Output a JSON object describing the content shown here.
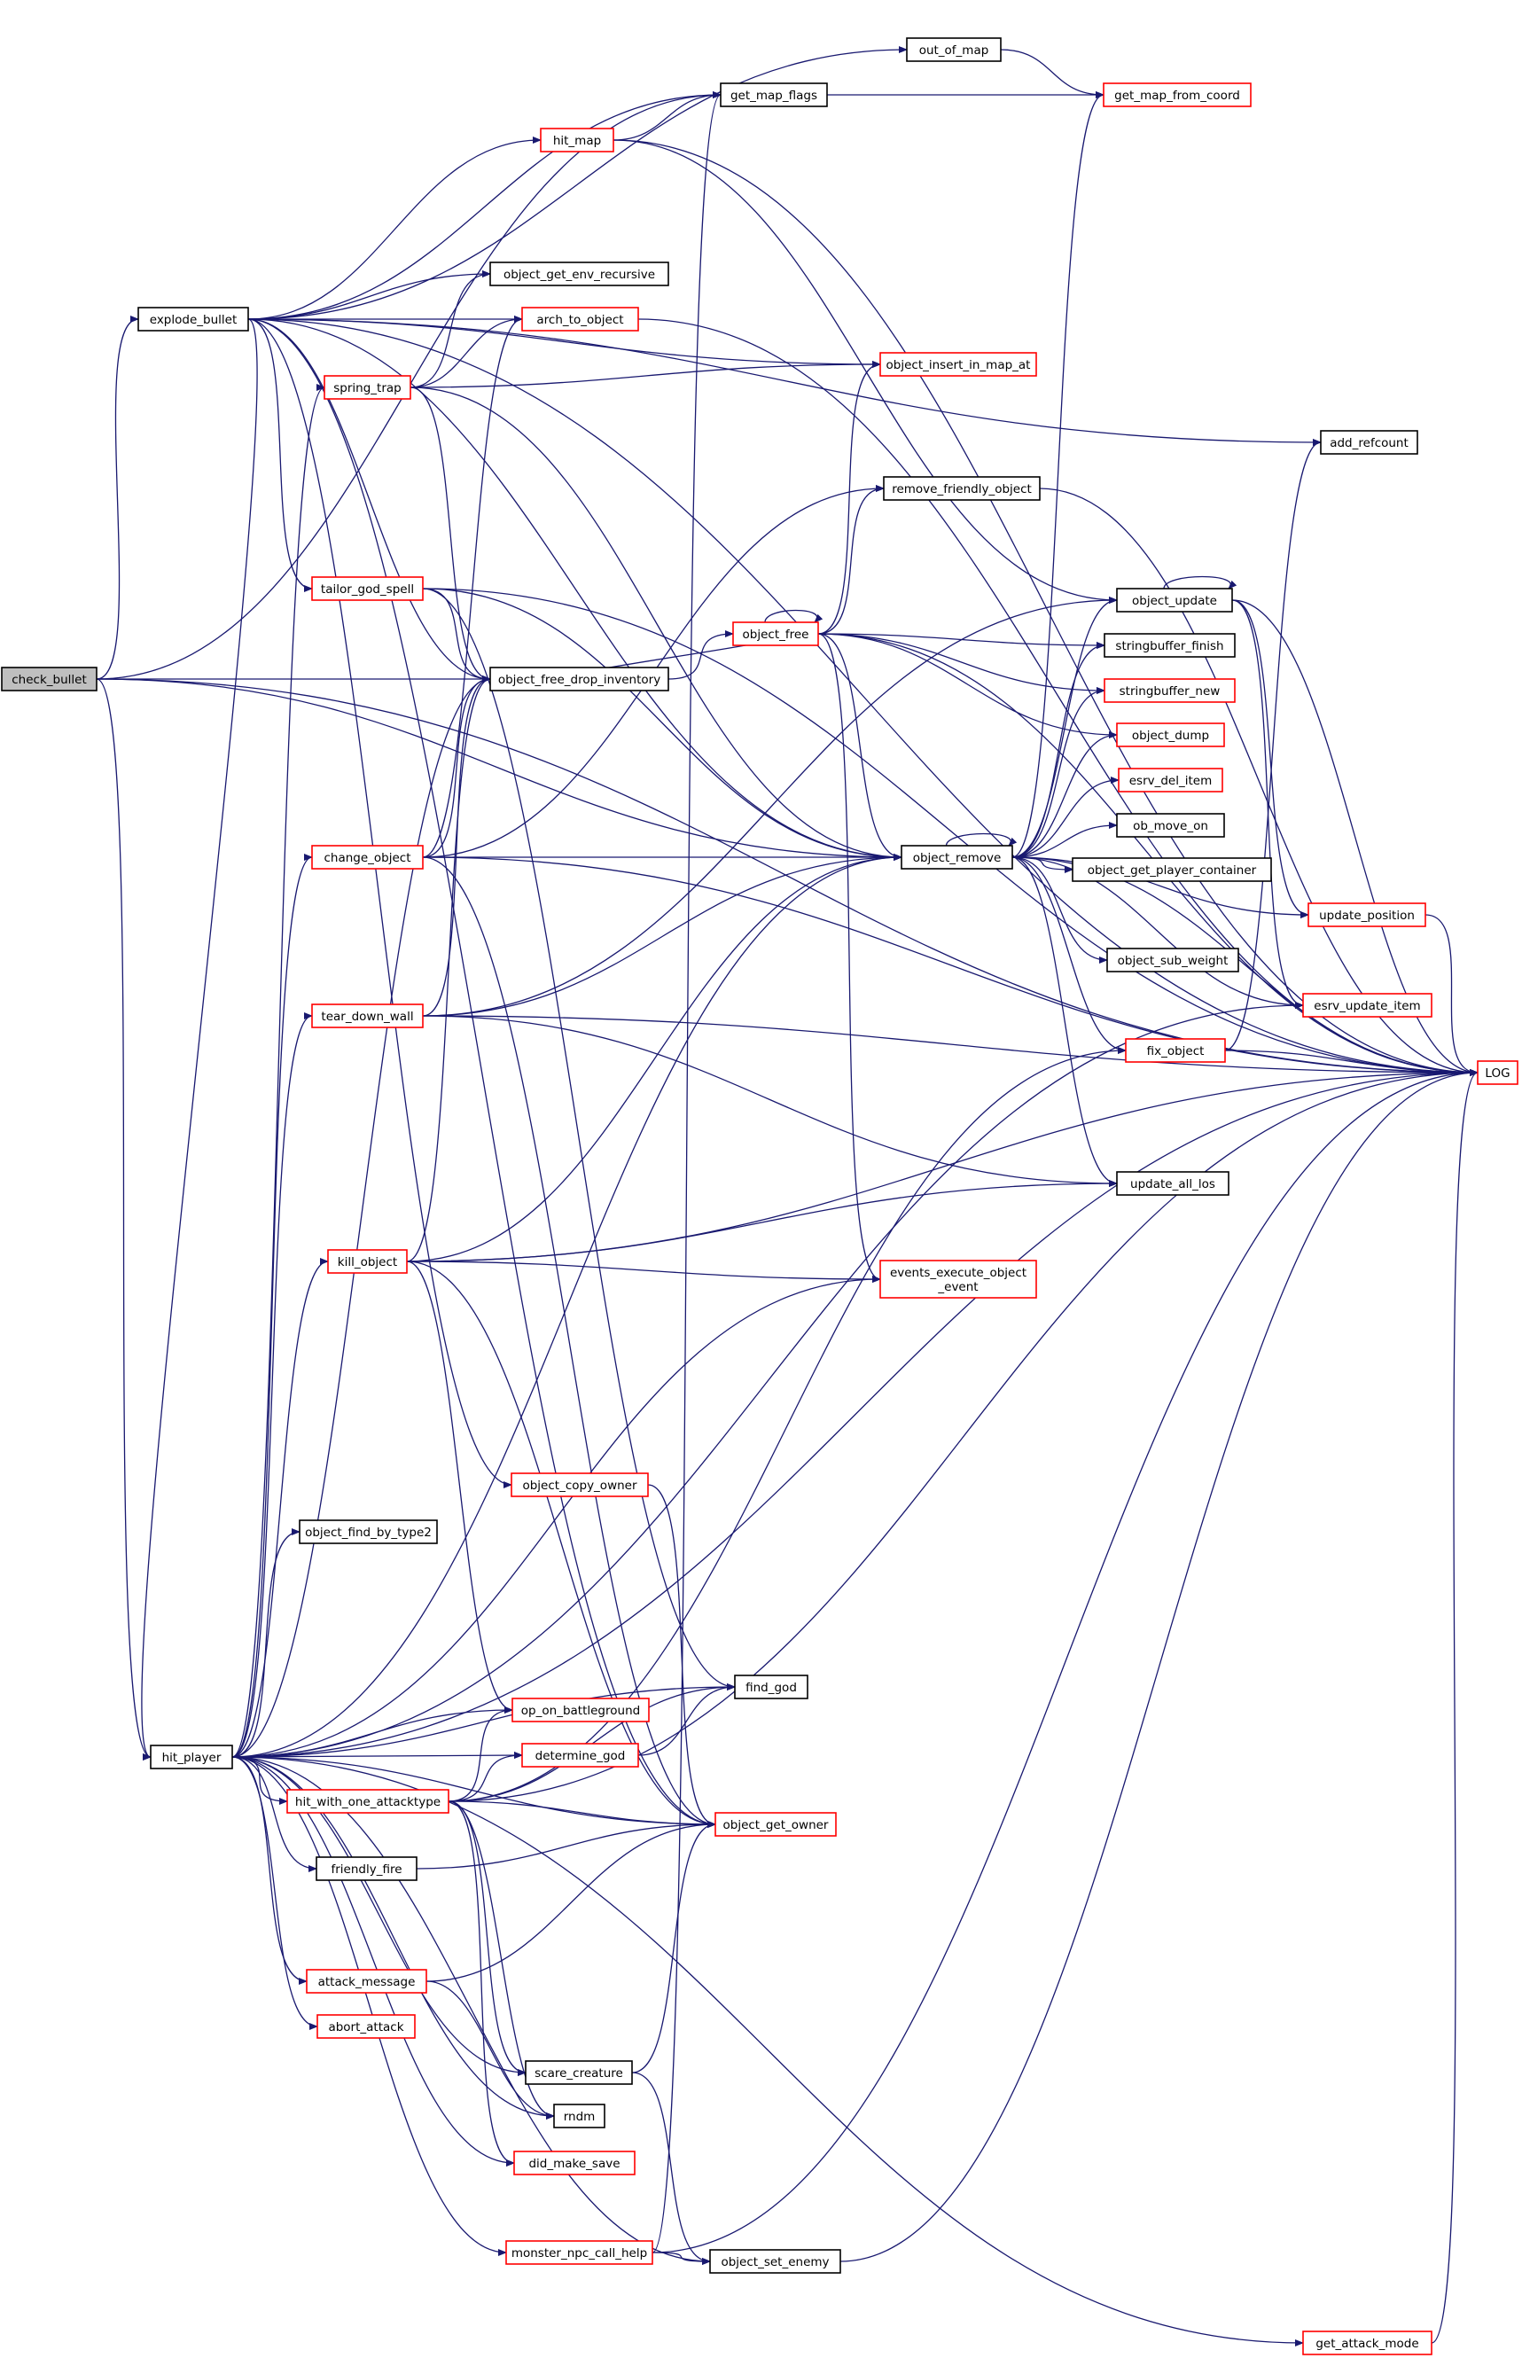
{
  "graph": {
    "title": "",
    "edge_color": "#191970",
    "highlight_fill": "#bfbfbf",
    "border_black": "#000000",
    "border_red": "#ff0000",
    "nodes": [
      {
        "id": "check_bullet",
        "label": "check_bullet",
        "border": "black",
        "root": true
      },
      {
        "id": "explode_bullet",
        "label": "explode_bullet",
        "border": "black"
      },
      {
        "id": "hit_player",
        "label": "hit_player",
        "border": "black"
      },
      {
        "id": "out_of_map",
        "label": "out_of_map",
        "border": "black"
      },
      {
        "id": "get_map_flags",
        "label": "get_map_flags",
        "border": "black"
      },
      {
        "id": "get_map_from_coord",
        "label": "get_map_from_coord",
        "border": "red"
      },
      {
        "id": "hit_map",
        "label": "hit_map",
        "border": "red"
      },
      {
        "id": "object_get_env_recursive",
        "label": "object_get_env_recursive",
        "border": "black"
      },
      {
        "id": "arch_to_object",
        "label": "arch_to_object",
        "border": "red"
      },
      {
        "id": "spring_trap",
        "label": "spring_trap",
        "border": "red"
      },
      {
        "id": "object_insert_in_map_at",
        "label": "object_insert_in_map_at",
        "border": "red"
      },
      {
        "id": "add_refcount",
        "label": "add_refcount",
        "border": "black"
      },
      {
        "id": "remove_friendly_object",
        "label": "remove_friendly_object",
        "border": "black"
      },
      {
        "id": "tailor_god_spell",
        "label": "tailor_god_spell",
        "border": "red"
      },
      {
        "id": "object_update",
        "label": "object_update",
        "border": "black"
      },
      {
        "id": "object_free",
        "label": "object_free",
        "border": "red"
      },
      {
        "id": "stringbuffer_finish",
        "label": "stringbuffer_finish",
        "border": "black"
      },
      {
        "id": "object_free_drop_inventory",
        "label": "object_free_drop_inventory",
        "border": "black"
      },
      {
        "id": "stringbuffer_new",
        "label": "stringbuffer_new",
        "border": "red"
      },
      {
        "id": "object_dump",
        "label": "object_dump",
        "border": "red"
      },
      {
        "id": "esrv_del_item",
        "label": "esrv_del_item",
        "border": "red"
      },
      {
        "id": "ob_move_on",
        "label": "ob_move_on",
        "border": "black"
      },
      {
        "id": "change_object",
        "label": "change_object",
        "border": "red"
      },
      {
        "id": "object_remove",
        "label": "object_remove",
        "border": "black"
      },
      {
        "id": "object_get_player_container",
        "label": "object_get_player_container",
        "border": "black"
      },
      {
        "id": "update_position",
        "label": "update_position",
        "border": "red"
      },
      {
        "id": "object_sub_weight",
        "label": "object_sub_weight",
        "border": "black"
      },
      {
        "id": "tear_down_wall",
        "label": "tear_down_wall",
        "border": "red"
      },
      {
        "id": "esrv_update_item",
        "label": "esrv_update_item",
        "border": "red"
      },
      {
        "id": "fix_object",
        "label": "fix_object",
        "border": "red"
      },
      {
        "id": "LOG",
        "label": "LOG",
        "border": "red"
      },
      {
        "id": "update_all_los",
        "label": "update_all_los",
        "border": "black"
      },
      {
        "id": "kill_object",
        "label": "kill_object",
        "border": "red"
      },
      {
        "id": "events_execute_object_event",
        "label": "events_execute_object\n_event",
        "border": "red"
      },
      {
        "id": "object_copy_owner",
        "label": "object_copy_owner",
        "border": "red"
      },
      {
        "id": "object_find_by_type2",
        "label": "object_find_by_type2",
        "border": "black"
      },
      {
        "id": "find_god",
        "label": "find_god",
        "border": "black"
      },
      {
        "id": "op_on_battleground",
        "label": "op_on_battleground",
        "border": "red"
      },
      {
        "id": "determine_god",
        "label": "determine_god",
        "border": "red"
      },
      {
        "id": "hit_with_one_attacktype",
        "label": "hit_with_one_attacktype",
        "border": "red"
      },
      {
        "id": "object_get_owner",
        "label": "object_get_owner",
        "border": "red"
      },
      {
        "id": "friendly_fire",
        "label": "friendly_fire",
        "border": "black"
      },
      {
        "id": "attack_message",
        "label": "attack_message",
        "border": "red"
      },
      {
        "id": "abort_attack",
        "label": "abort_attack",
        "border": "red"
      },
      {
        "id": "scare_creature",
        "label": "scare_creature",
        "border": "black"
      },
      {
        "id": "rndm",
        "label": "rndm",
        "border": "black"
      },
      {
        "id": "did_make_save",
        "label": "did_make_save",
        "border": "red"
      },
      {
        "id": "monster_npc_call_help",
        "label": "monster_npc_call_help",
        "border": "red"
      },
      {
        "id": "object_set_enemy",
        "label": "object_set_enemy",
        "border": "black"
      },
      {
        "id": "get_attack_mode",
        "label": "get_attack_mode",
        "border": "red"
      }
    ],
    "edges": [
      [
        "check_bullet",
        "explode_bullet"
      ],
      [
        "check_bullet",
        "hit_player"
      ],
      [
        "check_bullet",
        "get_map_flags"
      ],
      [
        "check_bullet",
        "object_free_drop_inventory"
      ],
      [
        "check_bullet",
        "object_remove"
      ],
      [
        "check_bullet",
        "LOG"
      ],
      [
        "explode_bullet",
        "out_of_map"
      ],
      [
        "explode_bullet",
        "get_map_flags"
      ],
      [
        "explode_bullet",
        "hit_map"
      ],
      [
        "explode_bullet",
        "object_get_env_recursive"
      ],
      [
        "explode_bullet",
        "arch_to_object"
      ],
      [
        "explode_bullet",
        "object_insert_in_map_at"
      ],
      [
        "explode_bullet",
        "add_refcount"
      ],
      [
        "explode_bullet",
        "tailor_god_spell"
      ],
      [
        "explode_bullet",
        "object_free_drop_inventory"
      ],
      [
        "explode_bullet",
        "object_remove"
      ],
      [
        "explode_bullet",
        "object_copy_owner"
      ],
      [
        "explode_bullet",
        "object_get_owner"
      ],
      [
        "explode_bullet",
        "LOG"
      ],
      [
        "explode_bullet",
        "hit_player"
      ],
      [
        "out_of_map",
        "get_map_from_coord"
      ],
      [
        "get_map_flags",
        "get_map_from_coord"
      ],
      [
        "hit_map",
        "get_map_flags"
      ],
      [
        "hit_map",
        "object_update"
      ],
      [
        "hit_map",
        "LOG"
      ],
      [
        "arch_to_object",
        "LOG"
      ],
      [
        "spring_trap",
        "object_get_env_recursive"
      ],
      [
        "spring_trap",
        "arch_to_object"
      ],
      [
        "spring_trap",
        "object_insert_in_map_at"
      ],
      [
        "spring_trap",
        "object_free_drop_inventory"
      ],
      [
        "spring_trap",
        "object_remove"
      ],
      [
        "tailor_god_spell",
        "object_free_drop_inventory"
      ],
      [
        "tailor_god_spell",
        "object_remove"
      ],
      [
        "tailor_god_spell",
        "find_god"
      ],
      [
        "tailor_god_spell",
        "LOG"
      ],
      [
        "remove_friendly_object",
        "LOG"
      ],
      [
        "object_free_drop_inventory",
        "object_free"
      ],
      [
        "object_free",
        "object_free"
      ],
      [
        "object_free",
        "object_free_drop_inventory"
      ],
      [
        "object_free",
        "object_insert_in_map_at"
      ],
      [
        "object_free",
        "remove_friendly_object"
      ],
      [
        "object_free",
        "stringbuffer_finish"
      ],
      [
        "object_free",
        "stringbuffer_new"
      ],
      [
        "object_free",
        "object_dump"
      ],
      [
        "object_free",
        "object_remove"
      ],
      [
        "object_free",
        "events_execute_object_event"
      ],
      [
        "object_free",
        "LOG"
      ],
      [
        "object_update",
        "object_update"
      ],
      [
        "object_update",
        "update_position"
      ],
      [
        "object_update",
        "esrv_update_item"
      ],
      [
        "object_update",
        "LOG"
      ],
      [
        "change_object",
        "arch_to_object"
      ],
      [
        "change_object",
        "object_free_drop_inventory"
      ],
      [
        "change_object",
        "remove_friendly_object"
      ],
      [
        "change_object",
        "object_remove"
      ],
      [
        "change_object",
        "object_get_owner"
      ],
      [
        "change_object",
        "LOG"
      ],
      [
        "object_remove",
        "object_remove"
      ],
      [
        "object_remove",
        "get_map_from_coord"
      ],
      [
        "object_remove",
        "object_update"
      ],
      [
        "object_remove",
        "stringbuffer_finish"
      ],
      [
        "object_remove",
        "stringbuffer_new"
      ],
      [
        "object_remove",
        "object_dump"
      ],
      [
        "object_remove",
        "esrv_del_item"
      ],
      [
        "object_remove",
        "ob_move_on"
      ],
      [
        "object_remove",
        "object_get_player_container"
      ],
      [
        "object_remove",
        "update_position"
      ],
      [
        "object_remove",
        "object_sub_weight"
      ],
      [
        "object_remove",
        "esrv_update_item"
      ],
      [
        "object_remove",
        "fix_object"
      ],
      [
        "object_remove",
        "update_all_los"
      ],
      [
        "object_remove",
        "LOG"
      ],
      [
        "update_position",
        "LOG"
      ],
      [
        "fix_object",
        "add_refcount"
      ],
      [
        "fix_object",
        "LOG"
      ],
      [
        "tear_down_wall",
        "object_update"
      ],
      [
        "tear_down_wall",
        "object_free_drop_inventory"
      ],
      [
        "tear_down_wall",
        "object_remove"
      ],
      [
        "tear_down_wall",
        "update_all_los"
      ],
      [
        "tear_down_wall",
        "LOG"
      ],
      [
        "kill_object",
        "object_free_drop_inventory"
      ],
      [
        "kill_object",
        "object_remove"
      ],
      [
        "kill_object",
        "update_all_los"
      ],
      [
        "kill_object",
        "events_execute_object_event"
      ],
      [
        "kill_object",
        "op_on_battleground"
      ],
      [
        "kill_object",
        "object_get_owner"
      ],
      [
        "kill_object",
        "LOG"
      ],
      [
        "object_copy_owner",
        "object_get_owner"
      ],
      [
        "determine_god",
        "find_god"
      ],
      [
        "hit_with_one_attacktype",
        "fix_object"
      ],
      [
        "hit_with_one_attacktype",
        "op_on_battleground"
      ],
      [
        "hit_with_one_attacktype",
        "determine_god"
      ],
      [
        "hit_with_one_attacktype",
        "find_god"
      ],
      [
        "hit_with_one_attacktype",
        "object_get_owner"
      ],
      [
        "hit_with_one_attacktype",
        "scare_creature"
      ],
      [
        "hit_with_one_attacktype",
        "rndm"
      ],
      [
        "hit_with_one_attacktype",
        "did_make_save"
      ],
      [
        "hit_with_one_attacktype",
        "LOG"
      ],
      [
        "friendly_fire",
        "object_get_owner"
      ],
      [
        "attack_message",
        "object_get_owner"
      ],
      [
        "attack_message",
        "rndm"
      ],
      [
        "scare_creature",
        "object_get_owner"
      ],
      [
        "scare_creature",
        "object_set_enemy"
      ],
      [
        "monster_npc_call_help",
        "get_map_flags"
      ],
      [
        "monster_npc_call_help",
        "object_set_enemy"
      ],
      [
        "monster_npc_call_help",
        "LOG"
      ],
      [
        "object_set_enemy",
        "LOG"
      ],
      [
        "get_attack_mode",
        "LOG"
      ],
      [
        "hit_player",
        "spring_trap"
      ],
      [
        "hit_player",
        "object_free_drop_inventory"
      ],
      [
        "hit_player",
        "change_object"
      ],
      [
        "hit_player",
        "object_remove"
      ],
      [
        "hit_player",
        "tear_down_wall"
      ],
      [
        "hit_player",
        "kill_object"
      ],
      [
        "hit_player",
        "object_find_by_type2"
      ],
      [
        "hit_player",
        "find_god"
      ],
      [
        "hit_player",
        "op_on_battleground"
      ],
      [
        "hit_player",
        "determine_god"
      ],
      [
        "hit_player",
        "hit_with_one_attacktype"
      ],
      [
        "hit_player",
        "object_get_owner"
      ],
      [
        "hit_player",
        "friendly_fire"
      ],
      [
        "hit_player",
        "attack_message"
      ],
      [
        "hit_player",
        "abort_attack"
      ],
      [
        "hit_player",
        "scare_creature"
      ],
      [
        "hit_player",
        "rndm"
      ],
      [
        "hit_player",
        "did_make_save"
      ],
      [
        "hit_player",
        "monster_npc_call_help"
      ],
      [
        "hit_player",
        "object_set_enemy"
      ],
      [
        "hit_player",
        "get_attack_mode"
      ],
      [
        "hit_player",
        "events_execute_object_event"
      ],
      [
        "hit_player",
        "esrv_update_item"
      ],
      [
        "hit_player",
        "LOG"
      ]
    ]
  }
}
